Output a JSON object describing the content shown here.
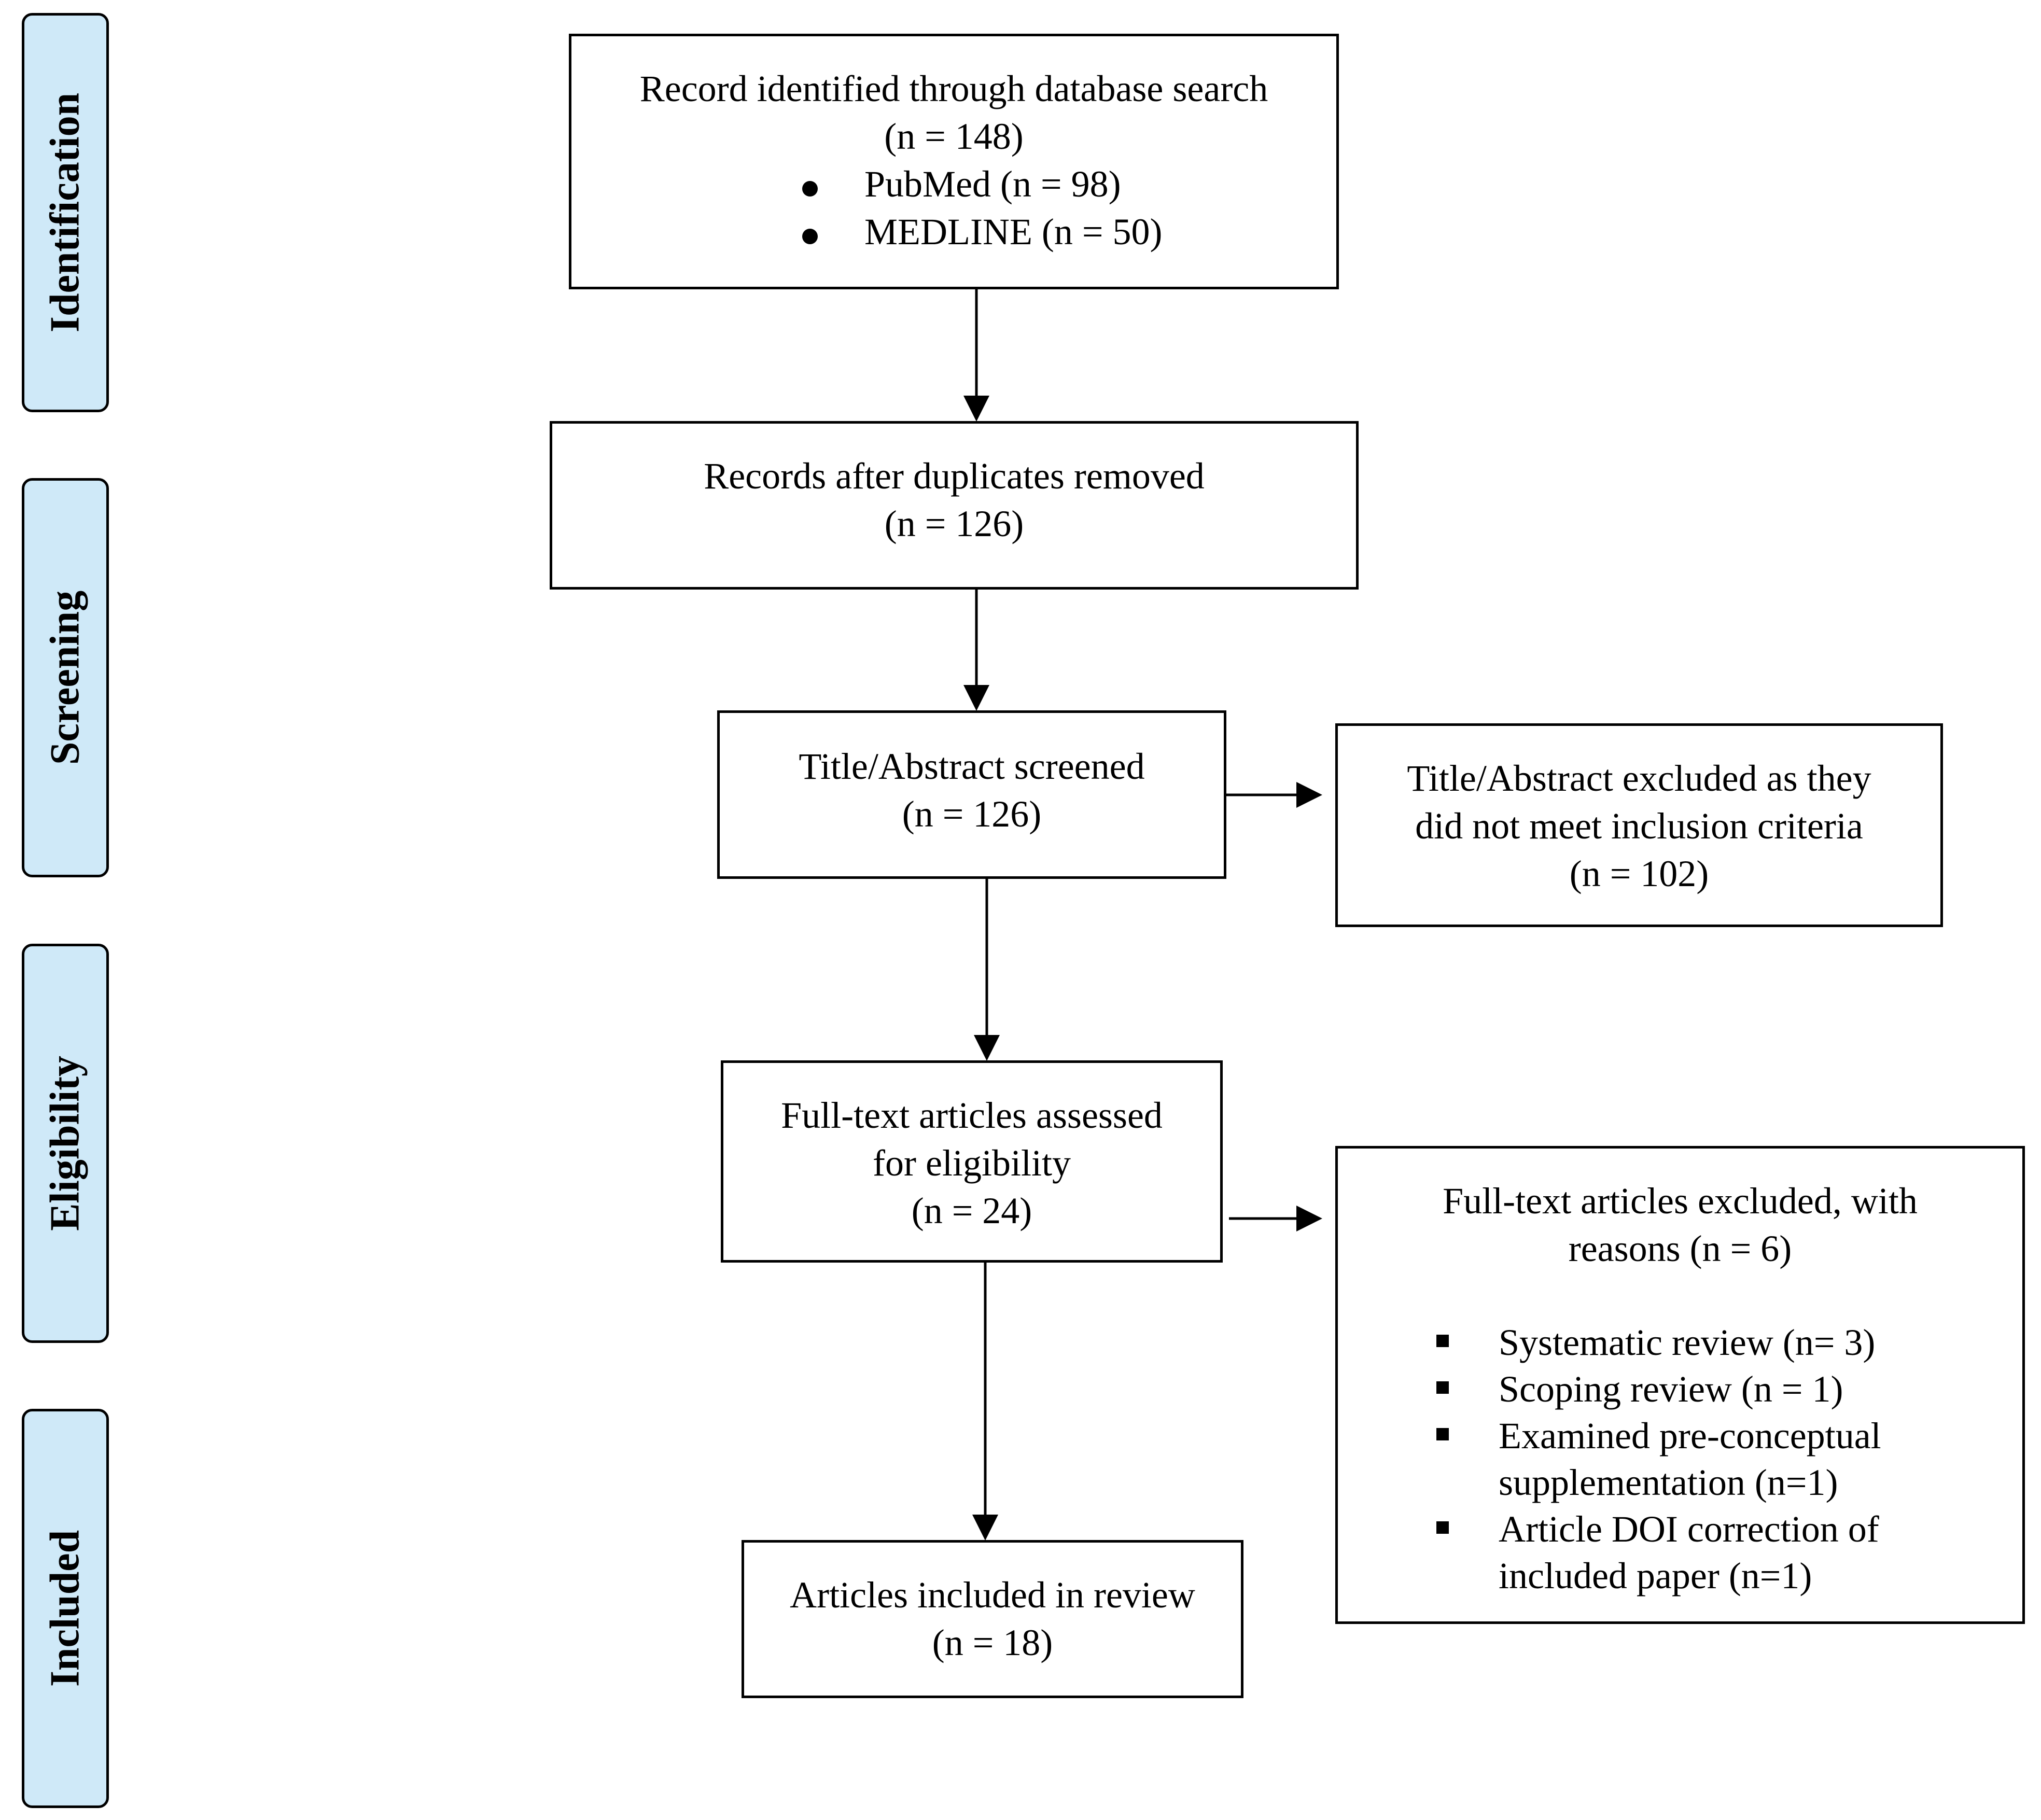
{
  "phases": [
    {
      "id": "identification",
      "label": "Identification"
    },
    {
      "id": "screening",
      "label": "Screening"
    },
    {
      "id": "eligibility",
      "label": "Eligibility"
    },
    {
      "id": "included",
      "label": "Included"
    }
  ],
  "boxes": {
    "identified": {
      "title": "Record identified through database search",
      "count": "(n = 148)",
      "items": [
        "PubMed (n = 98)",
        "MEDLINE (n = 50)"
      ]
    },
    "deduplicated": {
      "title": "Records after duplicates removed",
      "count": "(n = 126)"
    },
    "screened": {
      "title": "Title/Abstract screened",
      "count": "(n = 126)"
    },
    "excluded_screen": {
      "line1": "Title/Abstract excluded as they",
      "line2": "did not meet inclusion criteria",
      "count": "(n = 102)"
    },
    "assessed": {
      "line1": "Full-text articles assessed",
      "line2": "for eligibility",
      "count": "(n = 24)"
    },
    "excluded_full": {
      "line1": "Full-text articles excluded, with",
      "line2": "reasons (n = 6)",
      "items": [
        {
          "line1": "Systematic review (n= 3)"
        },
        {
          "line1": "Scoping review (n = 1)"
        },
        {
          "line1": "Examined pre-conceptual",
          "line2": "supplementation (n=1)"
        },
        {
          "line1": "Article DOI correction of",
          "line2": "included paper (n=1)"
        }
      ]
    },
    "included": {
      "title": "Articles included in review",
      "count": "(n = 18)"
    }
  }
}
